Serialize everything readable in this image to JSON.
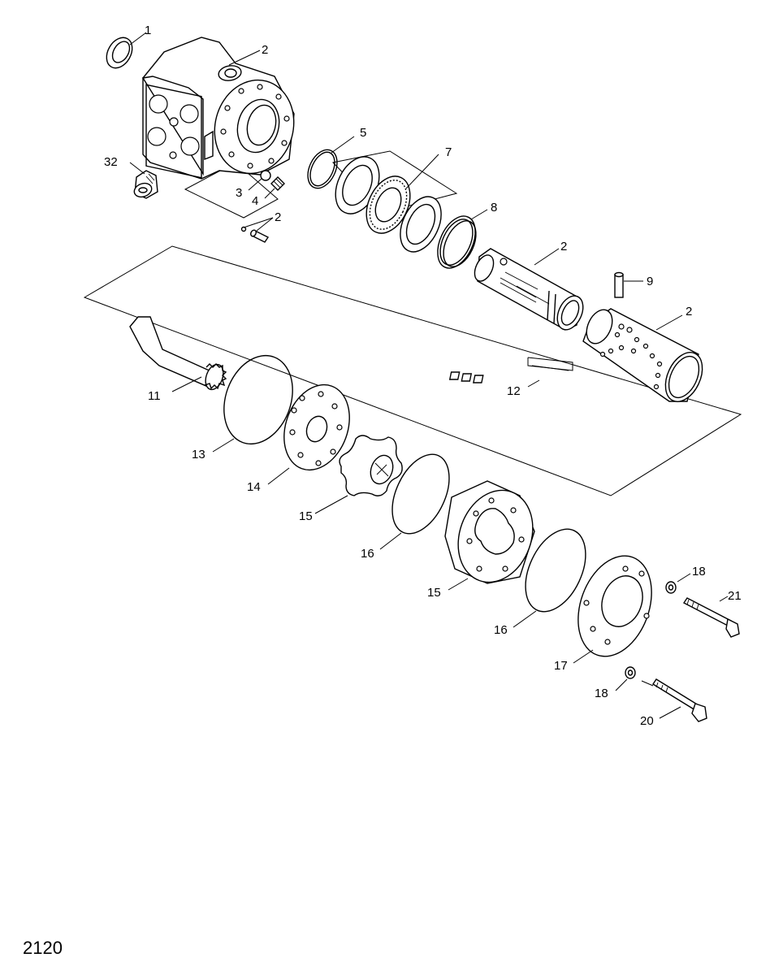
{
  "figure_number": "2120",
  "callouts": {
    "c1": "1",
    "c2a": "2",
    "c2b": "2",
    "c2c": "2",
    "c2d": "2",
    "c3": "3",
    "c4": "4",
    "c5": "5",
    "c7": "7",
    "c8": "8",
    "c9": "9",
    "c11": "11",
    "c12": "12",
    "c13": "13",
    "c14": "14",
    "c15a": "15",
    "c15b": "15",
    "c16a": "16",
    "c16b": "16",
    "c17": "17",
    "c18a": "18",
    "c18b": "18",
    "c20": "20",
    "c21": "21",
    "c32": "32"
  }
}
